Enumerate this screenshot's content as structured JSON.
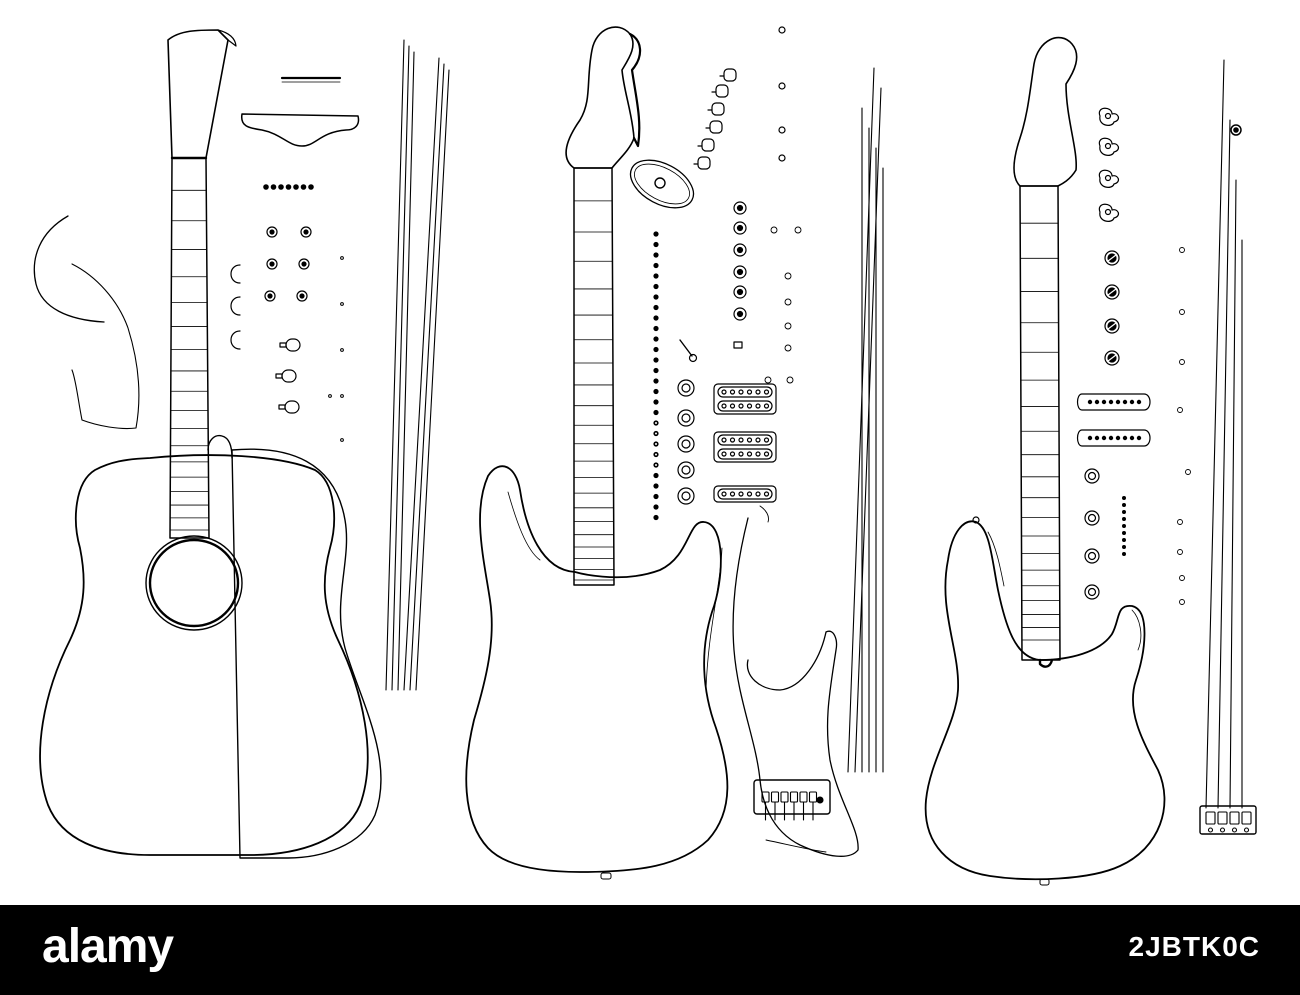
{
  "footer": {
    "watermark": "alamy",
    "image_id": "2JBTK0C"
  },
  "colors": {
    "line": "#000000",
    "background": "#ffffff",
    "footer_bg": "#000000",
    "footer_text": "#ffffff"
  },
  "illustration": {
    "instruments": [
      "acoustic-guitar",
      "electric-guitar",
      "electric-bass"
    ],
    "acoustic_frets": 18,
    "electric_frets": 21,
    "bass_frets": 20,
    "acoustic_strings": 6,
    "electric_strings": 6,
    "bass_strings": 4
  }
}
